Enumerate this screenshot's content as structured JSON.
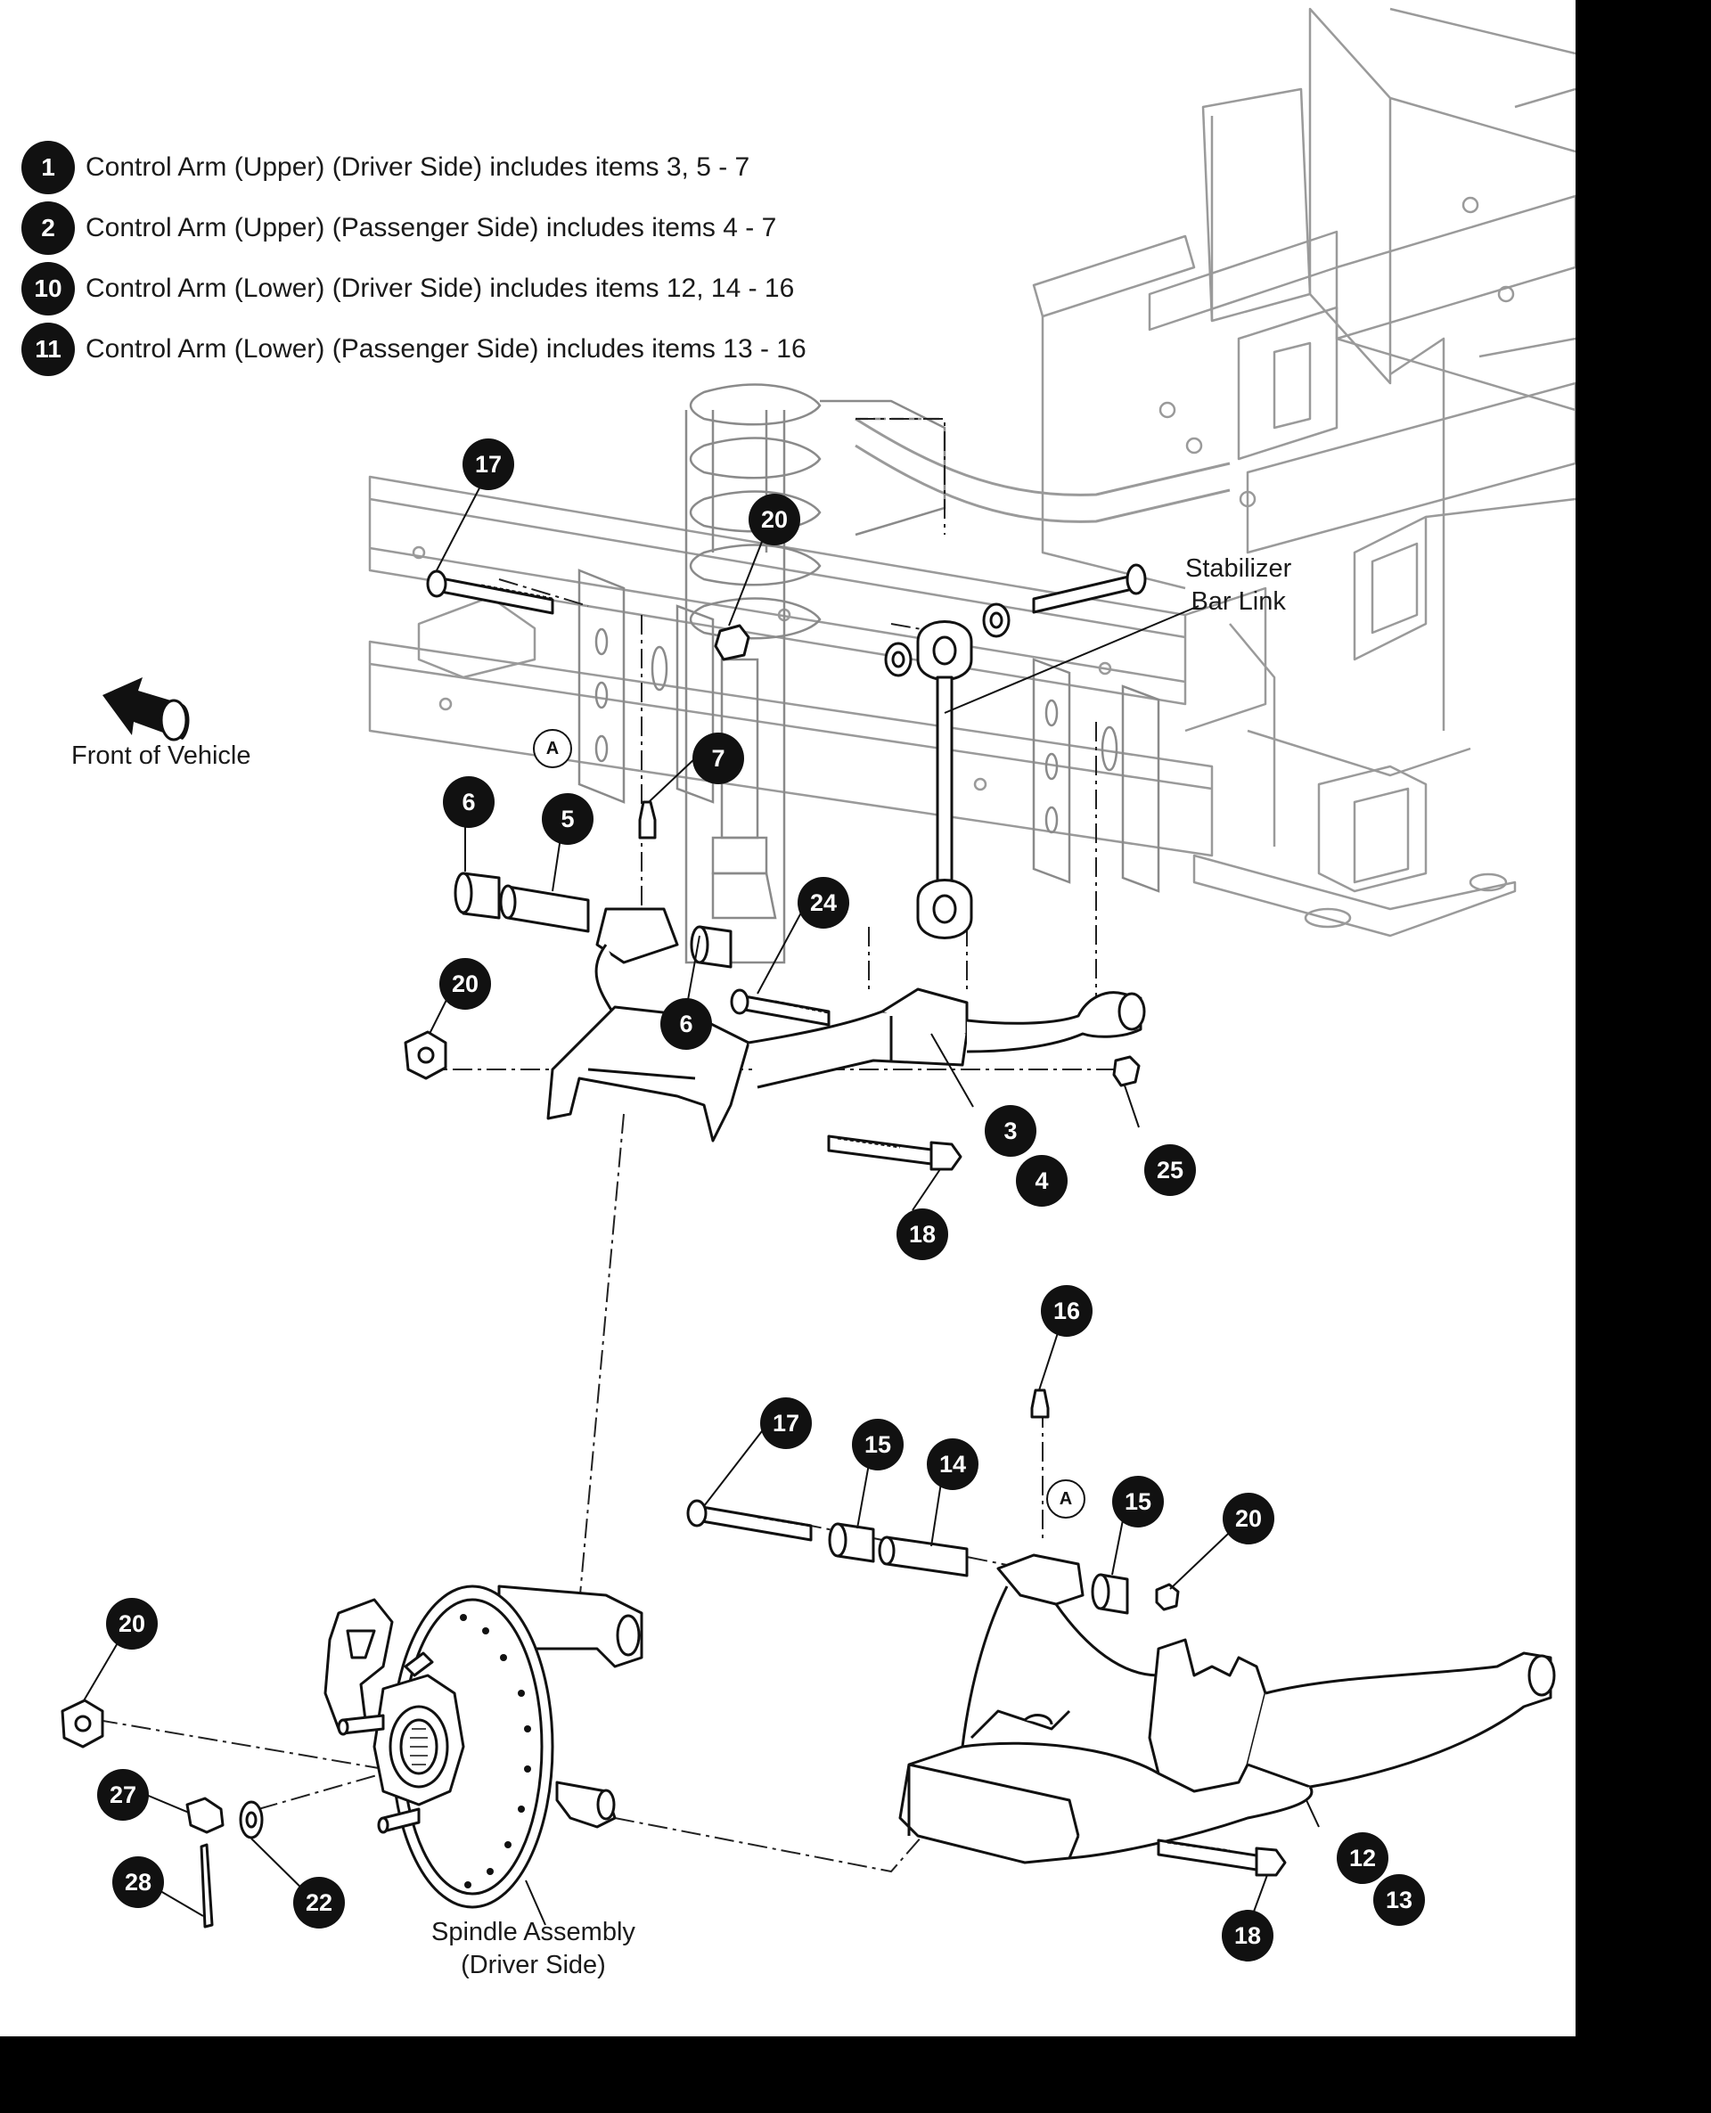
{
  "legend": [
    {
      "num": "1",
      "text": "Control Arm (Upper) (Driver Side) includes items 3, 5 - 7"
    },
    {
      "num": "2",
      "text": "Control Arm (Upper) (Passenger Side) includes items 4 - 7"
    },
    {
      "num": "10",
      "text": "Control Arm (Lower) (Driver Side) includes items 12, 14 - 16"
    },
    {
      "num": "11",
      "text": "Control Arm (Lower) (Passenger Side) includes items 13 - 16"
    }
  ],
  "callouts": {
    "c17a": "17",
    "c20a": "20",
    "c7": "7",
    "c6a": "6",
    "c5": "5",
    "c24": "24",
    "c20b": "20",
    "c6b": "6",
    "c3": "3",
    "c4": "4",
    "c25": "25",
    "c18a": "18",
    "c16": "16",
    "c17b": "17",
    "c15a": "15",
    "c14": "14",
    "c15b": "15",
    "c20c": "20",
    "c20d": "20",
    "c27": "27",
    "c28": "28",
    "c22": "22",
    "c12": "12",
    "c13": "13",
    "c18b": "18"
  },
  "refs": {
    "a1": "A",
    "a2": "A"
  },
  "labels": {
    "front": "Front of Vehicle",
    "stabilizer_1": "Stabilizer",
    "stabilizer_2": "Bar Link",
    "spindle_1": "Spindle Assembly",
    "spindle_2": "(Driver Side)"
  },
  "colors": {
    "background": "#000000",
    "sheet": "#ffffff",
    "ink": "#111111",
    "frame_line": "#9a9a9a"
  }
}
